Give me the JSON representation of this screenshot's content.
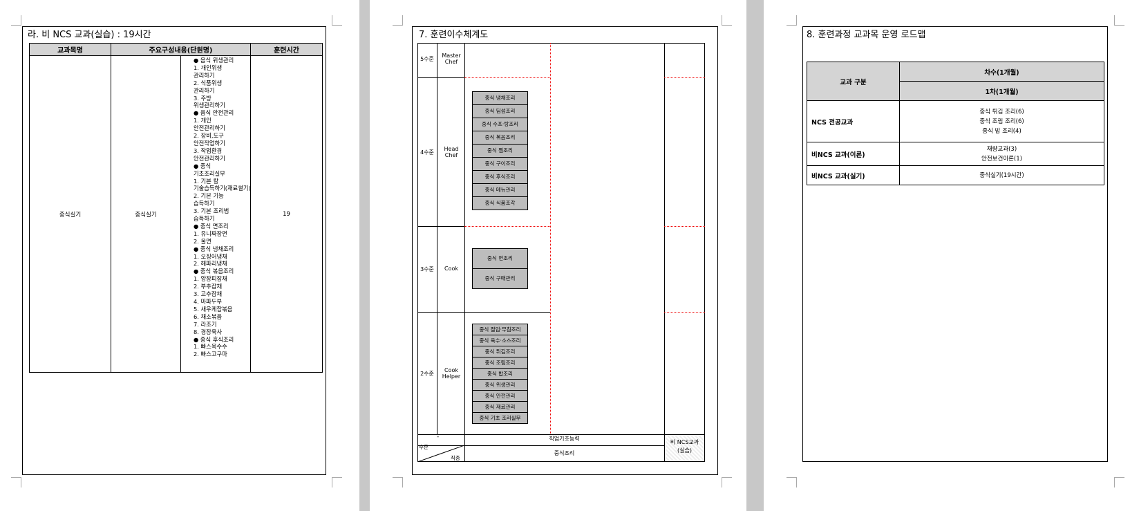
{
  "page1": {
    "title": "라. 비 NCS 교과(실습) : 19시간",
    "headers": [
      "교과목명",
      "주요구성내용(단원명)",
      "훈련시간"
    ],
    "row": {
      "subject": "중식실기",
      "unit_name": "중식실기",
      "hours": "19",
      "units": [
        "● 음식 위생관리",
        "1. 개인위생",
        "관리하기",
        "2. 식품위생",
        "관리하기",
        "3. 주방",
        "위생관리하기",
        "● 음식 안전관리",
        "1. 개인",
        "안전관리하기",
        "2. 장비,도구",
        "안전작업하기",
        "3. 작업환경",
        "안전관리하기",
        "● 중식",
        "기초조리실무",
        "1. 기본 칼",
        "기술습득하기(재료썰기)",
        "2. 기본 기능",
        "습득하기",
        "3. 기본 조리법",
        "습득하기",
        "● 중식 면조리",
        "1. 유니짜장면",
        "2. 울면",
        "● 중식 냉채조리",
        "1. 오징어냉채",
        "2. 해파리냉채",
        "● 중식 볶음조리",
        "1. 양장피잡채",
        "2. 부추잡채",
        "3. 고추잡채",
        "4. 마파두부",
        "5. 새우케찹볶음",
        "6. 채소볶음",
        "7. 라조기",
        "8. 경장육사",
        "● 중식 후식조리",
        "1. 빠스옥수수",
        "2. 빠스고구마"
      ]
    }
  },
  "page2": {
    "title": "7. 훈련이수체계도",
    "levels": [
      {
        "level": "5수준",
        "job": "Master Chef"
      },
      {
        "level": "4수준",
        "job": "Head Chef"
      },
      {
        "level": "3수준",
        "job": "Cook"
      },
      {
        "level": "2수준",
        "job": "Cook Helper"
      }
    ],
    "level4_modules": [
      "중식 냉채조리",
      "중식 딤섬조리",
      "중식 수프·탕조리",
      "중식 볶음조리",
      "중식 찜조리",
      "중식 구이조리",
      "중식 후식조리",
      "중식 메뉴관리",
      "중식 식품조각"
    ],
    "level3_modules": [
      "중식 면조리",
      "중식 구매관리"
    ],
    "level2_modules": [
      "중식 절임·무침조리",
      "중식 육수·소스조리",
      "중식 튀김조리",
      "중식 조림조리",
      "중식 밥조리",
      "중식 위생관리",
      "중식 안전관리",
      "중식 재료관리",
      "중식 기초 조리실무"
    ],
    "footer": {
      "dash": "-",
      "basic": "직업기초능력",
      "level_label": "수준",
      "job_label": "직종",
      "job_value": "중식조리",
      "non_ncs_line1": "비 NCS교과",
      "non_ncs_line2": "(실습)"
    }
  },
  "page3": {
    "title": "8. 훈련과정 교과목 운영 로드맵",
    "header_category": "교과 구분",
    "header_round": "차수(1개월)",
    "header_first": "1차(1개월)",
    "rows": [
      {
        "category": "NCS 전공교과",
        "items": [
          "중식 튀김 조리(6)",
          "중식 조림 조리(6)",
          "중식 밥 조리(4)"
        ]
      },
      {
        "category": "비NCS 교과(이론)",
        "items": [
          "재량교과(3)",
          "안전보건이론(1)"
        ]
      },
      {
        "category": "비NCS 교과(실기)",
        "items": [
          "중식실기(19시간)"
        ]
      }
    ]
  }
}
